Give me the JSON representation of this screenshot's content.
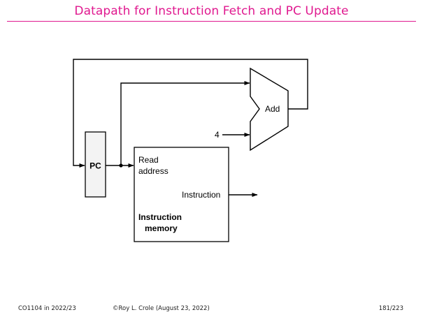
{
  "slide": {
    "title": "Datapath for Instruction Fetch and PC Update"
  },
  "colors": {
    "title": "#e0198f",
    "title_rule": "#e0198f",
    "pc_fill": "#f3f3f3",
    "stroke": "#000000"
  },
  "diagram": {
    "pc_label": "PC",
    "adder_label": "Add",
    "constant_input": "4",
    "memory_read_label": [
      "Read",
      "address"
    ],
    "memory_output_label": "Instruction",
    "memory_title": [
      "Instruction",
      "memory"
    ]
  },
  "footer": {
    "course": "CO1104 in 2022/23",
    "copyright": "©Roy L. Crole (August 23, 2022)",
    "page": "181/223"
  }
}
